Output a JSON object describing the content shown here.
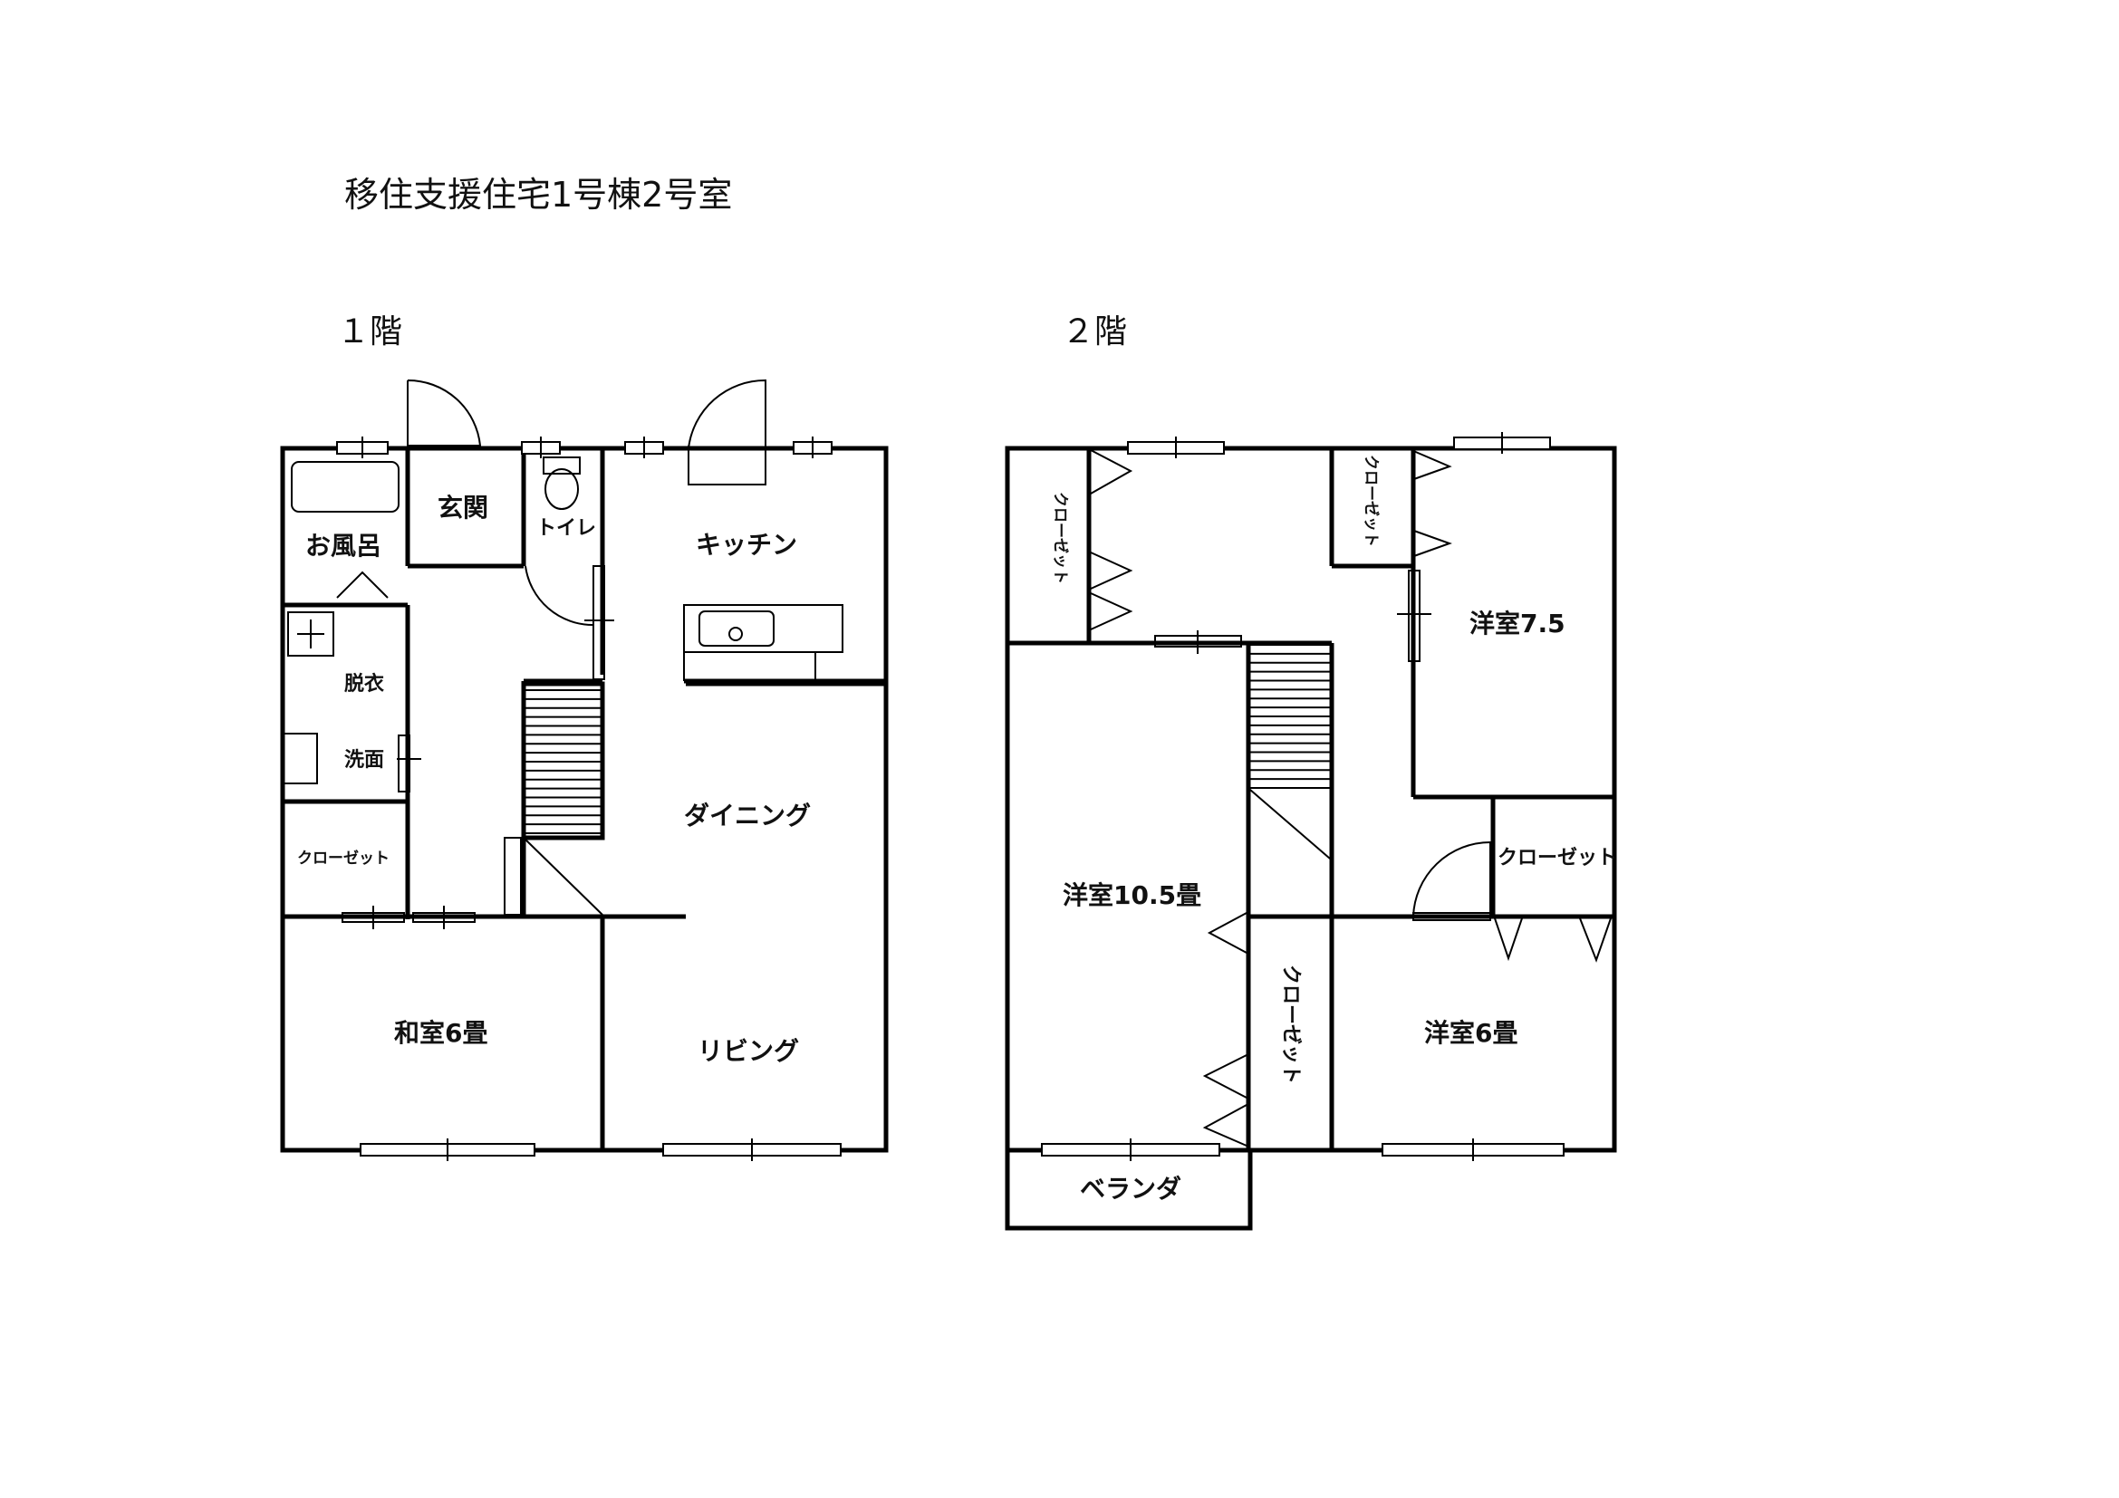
{
  "title": "移住支援住宅1号棟2号室",
  "floor1": {
    "label": "１階",
    "rooms": {
      "bath": "お風呂",
      "entrance": "玄関",
      "toilet": "トイレ",
      "kitchen": "キッチン",
      "dressing": "脱衣",
      "washroom": "洗面",
      "closet": "クローゼット",
      "dining": "ダイニング",
      "japanese": "和室6畳",
      "living": "リビング"
    }
  },
  "floor2": {
    "label": "２階",
    "rooms": {
      "closet_nw": "クローゼット",
      "closet_n": "クローゼット",
      "western75": "洋室7.5",
      "western105": "洋室10.5畳",
      "closet_e": "クローゼット",
      "closet_c": "クローゼット",
      "western6": "洋室6畳",
      "veranda": "ベランダ"
    }
  }
}
